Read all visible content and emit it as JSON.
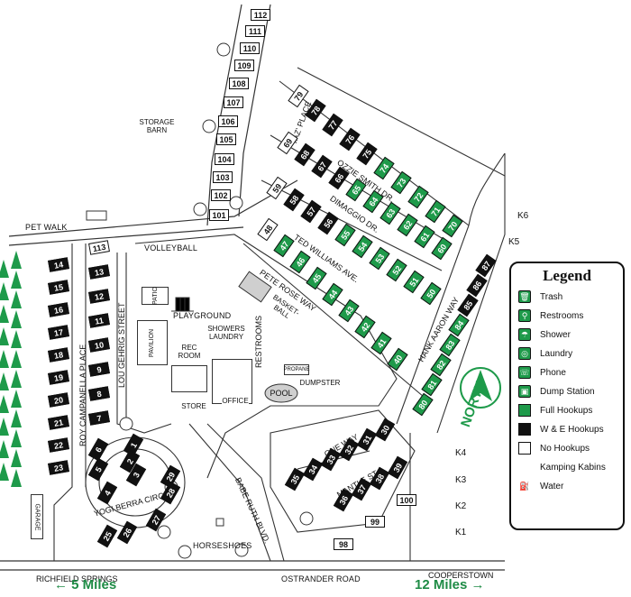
{
  "colors": {
    "full_hookups": "#1e9a4a",
    "we_hookups": "#111111",
    "no_hookups": "#ffffff",
    "miles_text": "#1e8b45",
    "road": "#333333"
  },
  "labels": {
    "storage_barn": "STORAGE BARN",
    "pet_walk": "PET WALK",
    "volleyball": "VOLLEYBALL",
    "patio": "PATIO",
    "playground": "PLAYGROUND",
    "pavilion": "PAVILION",
    "rec_room": "REC ROOM",
    "showers_laundry": "SHOWERS LAUNDRY",
    "restrooms": "RESTROOMS",
    "store": "STORE",
    "office": "OFFICE",
    "pool": "POOL",
    "dumpster": "DUMPSTER",
    "propane": "PROPANE",
    "basketball": "BASKET- BALL",
    "garage": "GARAGE",
    "horseshoes": "HORSESHOES",
    "one_way": "ONE WAY",
    "north": "NORTH"
  },
  "roads": {
    "yaz_place": "'YAZ' PLACE",
    "ozzie_smith": "OZZIE SMITH DR.",
    "dimaggio": "DIMAGGIO DR.",
    "ted_williams": "TED WILLIAMS AVE.",
    "pete_rose": "PETE ROSE WAY",
    "hank_aaron": "HANK AARON WAY",
    "lou_gehrig": "LOU GEHRIG STREET",
    "roy_campanella": "ROY CAMPANELLA PLACE",
    "mantle": "MANTLE ST.",
    "yogi_berra": "YOGI BERRA CIRCLE",
    "babe_ruth": "BABE RUTH BLVD.",
    "ostrander": "OSTRANDER ROAD"
  },
  "directions": {
    "left_town": "RICHFIELD SPRINGS",
    "left_miles": "5 Miles",
    "right_town": "COOPERSTOWN",
    "right_miles": "12 Miles"
  },
  "kabins": [
    "K1",
    "K2",
    "K3",
    "K4",
    "K5",
    "K6"
  ],
  "legend": {
    "title": "Legend",
    "items": [
      {
        "label": "Trash",
        "icon": "trash-icon"
      },
      {
        "label": "Restrooms",
        "icon": "restrooms-icon"
      },
      {
        "label": "Shower",
        "icon": "shower-icon"
      },
      {
        "label": "Laundry",
        "icon": "laundry-icon"
      },
      {
        "label": "Phone",
        "icon": "phone-icon"
      },
      {
        "label": "Dump Station",
        "icon": "dump-station-icon"
      },
      {
        "label": "Full Hookups",
        "icon": "full-swatch"
      },
      {
        "label": "W & E Hookups",
        "icon": "we-swatch"
      },
      {
        "label": "No Hookups",
        "icon": "none-swatch"
      },
      {
        "label": "Kamping Kabins",
        "icon": "blank"
      },
      {
        "label": "Water",
        "icon": "water-icon"
      }
    ]
  },
  "sites": {
    "north_column": [
      "112",
      "111",
      "110",
      "109",
      "108",
      "107",
      "106",
      "105",
      "104",
      "103",
      "102",
      "101"
    ],
    "yaz": [
      "79",
      "78",
      "77",
      "76",
      "75",
      "74",
      "73",
      "72",
      "71",
      "70"
    ],
    "ozzie": [
      "69",
      "68",
      "67",
      "66",
      "65",
      "64",
      "63",
      "62",
      "61",
      "60"
    ],
    "dimaggio": [
      "59",
      "58",
      "57",
      "56",
      "55",
      "54",
      "53",
      "52",
      "51",
      "50"
    ],
    "ted": [
      "48",
      "47",
      "46",
      "45",
      "44",
      "43",
      "42",
      "41",
      "40"
    ],
    "hank": [
      "87",
      "86",
      "85",
      "84",
      "83",
      "82",
      "81",
      "80"
    ],
    "roy": [
      "14",
      "15",
      "16",
      "17",
      "18",
      "19",
      "20",
      "21",
      "22",
      "23"
    ],
    "lou": [
      "113",
      "13",
      "12",
      "11",
      "10",
      "9",
      "8",
      "7"
    ],
    "yogi": [
      "1",
      "2",
      "3",
      "4",
      "5",
      "6",
      "29",
      "28",
      "27",
      "26",
      "25"
    ],
    "mantle_top": [
      "30",
      "31",
      "32",
      "33",
      "34",
      "35"
    ],
    "mantle_bottom": [
      "39",
      "38",
      "37",
      "36"
    ],
    "road": [
      "100",
      "99",
      "98"
    ]
  }
}
